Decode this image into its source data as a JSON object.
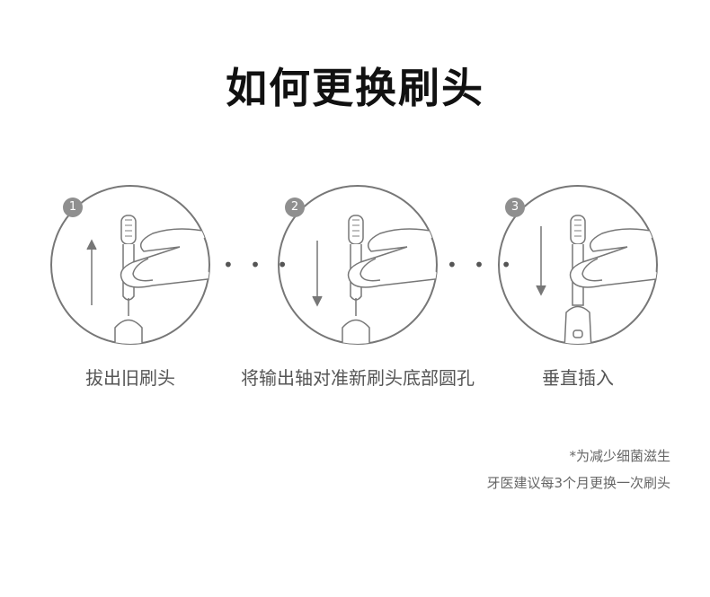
{
  "title": "如何更换刷头",
  "steps": [
    {
      "number": "1",
      "caption": "拔出旧刷头",
      "arrow": "up"
    },
    {
      "number": "2",
      "caption": "将输出轴对准新刷头底部圆孔",
      "arrow": "down"
    },
    {
      "number": "3",
      "caption": "垂直插入",
      "arrow": "down"
    }
  ],
  "separator": "• • •",
  "note": {
    "line1": "*为减少细菌滋生",
    "line2": "牙医建议每3个月更换一次刷头"
  }
}
